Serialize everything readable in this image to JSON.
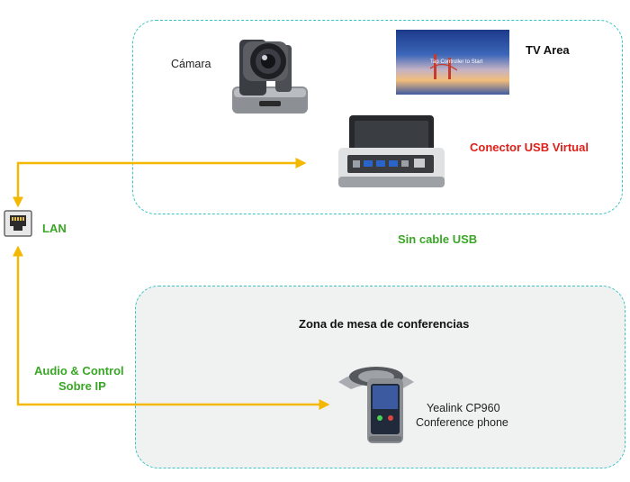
{
  "labels": {
    "camera": "Cámara",
    "tv_area": "TV Area",
    "usb_connector": "Conector USB Virtual",
    "lan": "LAN",
    "no_usb": "Sin cable USB",
    "conference_zone": "Zona de mesa de conferencias",
    "audio_control_line1": "Audio & Control",
    "audio_control_line2": "Sobre IP",
    "phone_line1": "Yealink CP960",
    "phone_line2": "Conference phone"
  },
  "tv_screen_text": "Tap Controller to Start",
  "colors": {
    "zone_border": "#3cc4c4",
    "wire": "#f5b800",
    "usb_connector_label": "#e0201a",
    "green_label": "#3aa626"
  },
  "icons": [
    "camera-icon",
    "tv-screen-icon",
    "usb-hub-icon",
    "ethernet-port-icon",
    "conference-phone-icon"
  ]
}
